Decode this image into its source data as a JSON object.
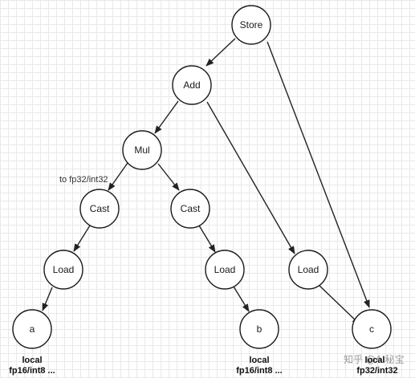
{
  "diagram": {
    "nodes": {
      "store": "Store",
      "add": "Add",
      "mul": "Mul",
      "cast_left": "Cast",
      "cast_right": "Cast",
      "load_left": "Load",
      "load_mid": "Load",
      "load_right": "Load",
      "var_a": "a",
      "var_b": "b",
      "var_c": "c"
    },
    "annotation": "to fp32/int32",
    "captions": {
      "a_line1": "local",
      "a_line2": "fp16/int8 ...",
      "b_line1": "local",
      "b_line2": "fp16/int8 ...",
      "c_line1": "local",
      "c_line2": "fp32/int32"
    },
    "watermark": "知乎 @AI秘宝"
  }
}
